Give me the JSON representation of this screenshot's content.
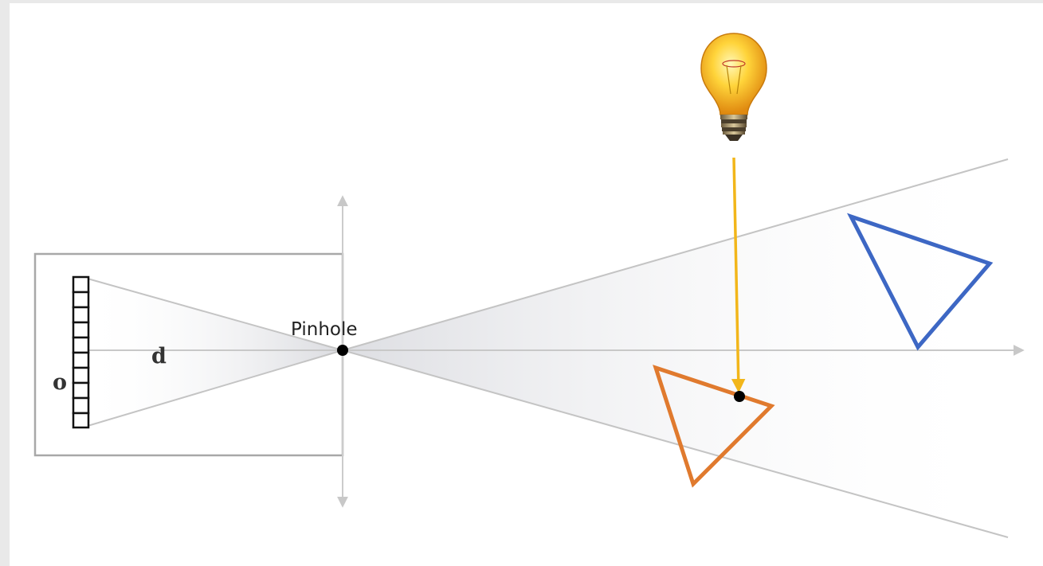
{
  "diagram": {
    "labels": {
      "pinhole": "Pinhole",
      "distance": "d",
      "origin": "o"
    },
    "icons": {
      "light_source": "light-bulb-icon"
    },
    "colors": {
      "background_frame": "#e9e9e9",
      "canvas": "#ffffff",
      "camera_box": "#a8a8a8",
      "axis": "#c8c8c8",
      "frustum_line": "#c4c4c4",
      "light_ray": "#f2b61a",
      "triangle_near": "#e07a2e",
      "triangle_far": "#3d67c4",
      "point": "#000000",
      "sensor": "#111111"
    }
  }
}
